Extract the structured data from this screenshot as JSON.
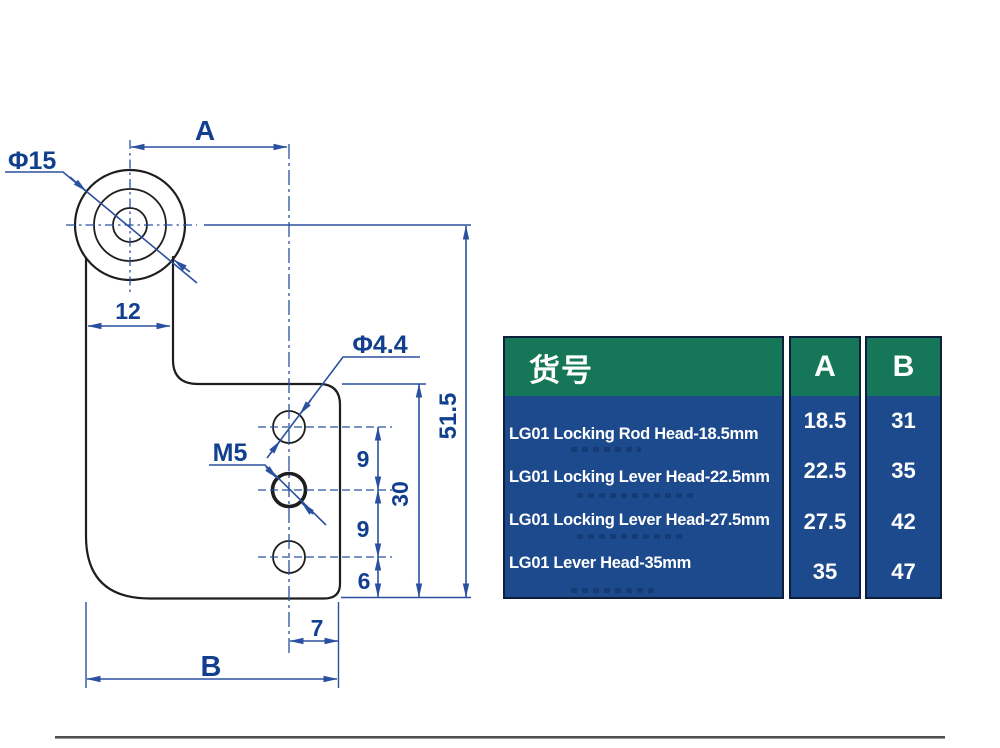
{
  "drawing": {
    "labels": {
      "width_a": "A",
      "dia_head": "Φ15",
      "neck_width": "12",
      "dia_hole": "Φ4.4",
      "thread": "M5",
      "pitch_top": "9",
      "pitch_bottom": "9",
      "hole_span": "30",
      "total_height": "51.5",
      "edge_offset": "6",
      "side_offset": "7",
      "width_b": "B"
    }
  },
  "table": {
    "header": {
      "part_no": "货号",
      "col_a": "A",
      "col_b": "B"
    },
    "rows": [
      {
        "name": "LG01 Locking Rod Head-18.5mm",
        "a": "18.5",
        "b": "31"
      },
      {
        "name": "LG01 Locking Lever Head-22.5mm",
        "a": "22.5",
        "b": "35"
      },
      {
        "name": "LG01 Locking Lever Head-27.5mm",
        "a": "27.5",
        "b": "42"
      },
      {
        "name": "LG01 Lever Head-35mm",
        "a": "35",
        "b": "47"
      }
    ]
  },
  "colors": {
    "header_green": "#157658",
    "body_blue": "#1d4a8c",
    "table_border": "#0e1f3d",
    "table_text": "#ffffff",
    "dim_blue": "#2a50a0",
    "dim_text": "#123f8e",
    "outline_black": "#1e1e1e"
  }
}
